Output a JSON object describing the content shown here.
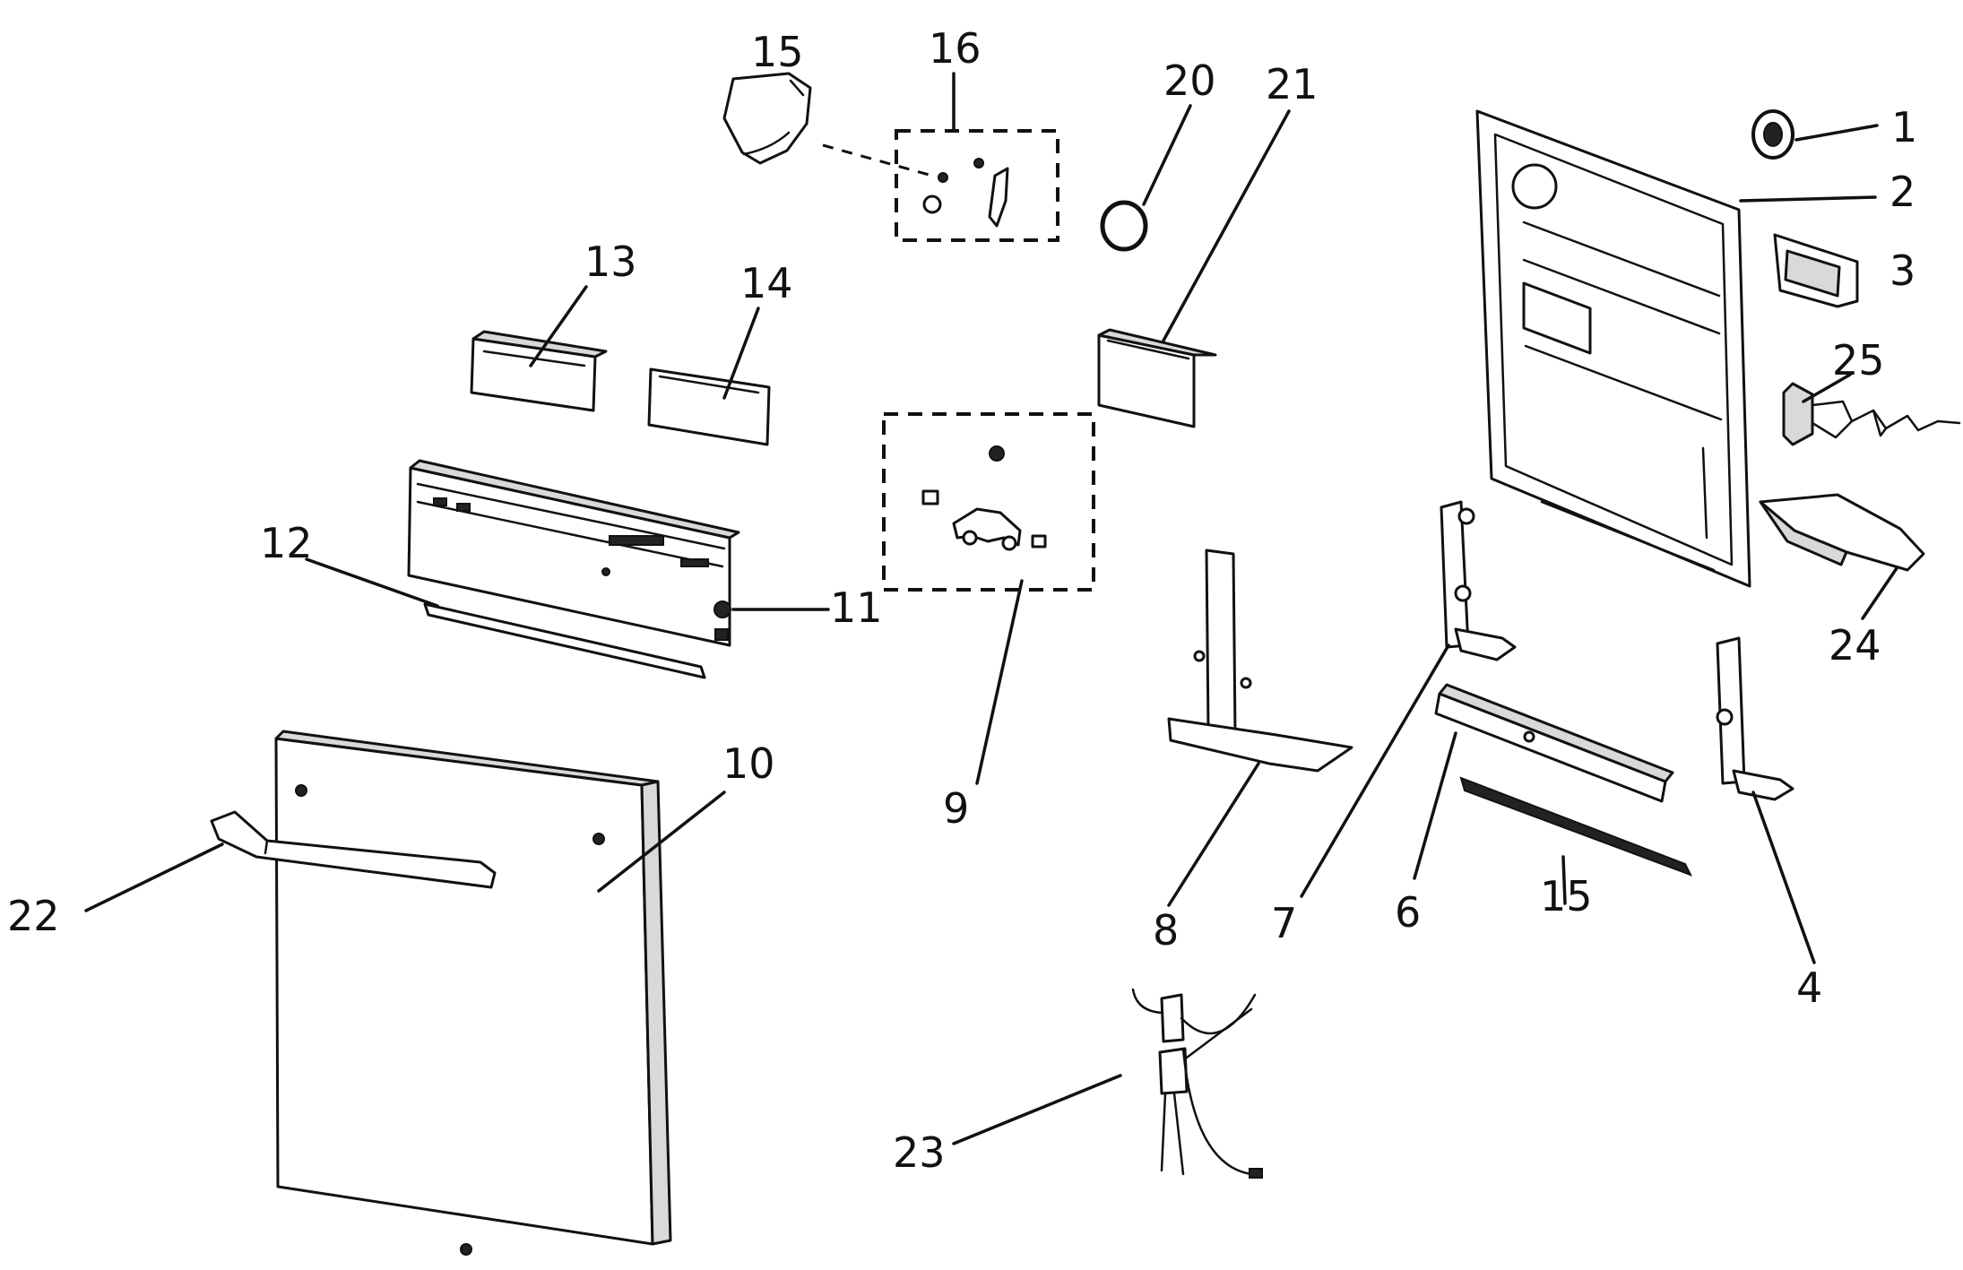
{
  "diagram": {
    "type": "exploded-parts-view",
    "callouts": {
      "c1": "1",
      "c2": "2",
      "c3": "3",
      "c4": "4",
      "c6": "6",
      "c7": "7",
      "c8": "8",
      "c9": "9",
      "c10": "10",
      "c11": "11",
      "c12": "12",
      "c13": "13",
      "c14": "14",
      "c15_top": "15",
      "c15_bottom": "15",
      "c16": "16",
      "c20": "20",
      "c21": "21",
      "c22": "22",
      "c23": "23",
      "c24": "24",
      "c25": "25"
    }
  }
}
